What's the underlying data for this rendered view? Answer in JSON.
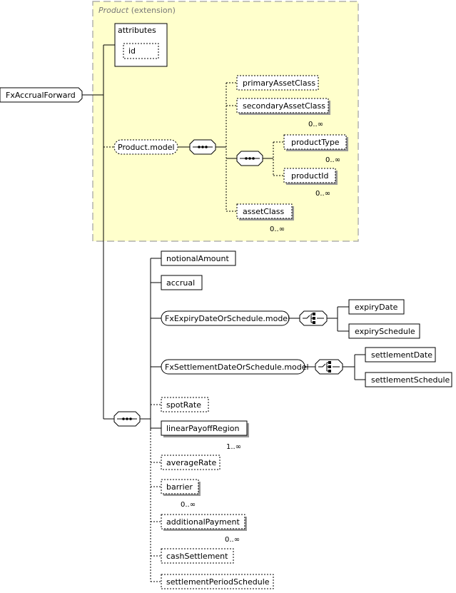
{
  "extension": {
    "type_name": "Product",
    "type_suffix": "(extension)",
    "bg_color": "#ffffcc",
    "border_color": "#a0a0a0"
  },
  "attributes": {
    "group_label": "attributes",
    "id_label": "id"
  },
  "root": {
    "label": "FxAccrualForward"
  },
  "product_model": {
    "label": "Product.model",
    "compositor": "sequence",
    "elements": {
      "primary_asset_class": {
        "label": "primaryAssetClass"
      },
      "secondary_asset_class": {
        "label": "secondaryAssetClass",
        "cardinality": "0..∞"
      },
      "product_type": {
        "label": "productType",
        "cardinality": "0..∞"
      },
      "product_id": {
        "label": "productId",
        "cardinality": "0..∞"
      },
      "asset_class": {
        "label": "assetClass",
        "cardinality": "0..∞"
      }
    },
    "inner_compositor": "sequence"
  },
  "main_sequence": {
    "compositor": "sequence",
    "elements": {
      "notional_amount": {
        "label": "notionalAmount"
      },
      "accrual": {
        "label": "accrual"
      },
      "expiry_group": {
        "label": "FxExpiryDateOrSchedule.model",
        "compositor": "choice",
        "options": {
          "expiry_date": "expiryDate",
          "expiry_schedule": "expirySchedule"
        }
      },
      "settlement_group": {
        "label": "FxSettlementDateOrSchedule.model",
        "compositor": "choice",
        "options": {
          "settlement_date": "settlementDate",
          "settlement_schedule": "settlementSchedule"
        }
      },
      "spot_rate": {
        "label": "spotRate"
      },
      "linear_payoff_region": {
        "label": "linearPayoffRegion",
        "cardinality": "1..∞"
      },
      "average_rate": {
        "label": "averageRate"
      },
      "barrier": {
        "label": "barrier",
        "cardinality": "0..∞"
      },
      "additional_payment": {
        "label": "additionalPayment",
        "cardinality": "0..∞"
      },
      "cash_settlement": {
        "label": "cashSettlement"
      },
      "settlement_period_schedule": {
        "label": "settlementPeriodSchedule"
      }
    }
  }
}
